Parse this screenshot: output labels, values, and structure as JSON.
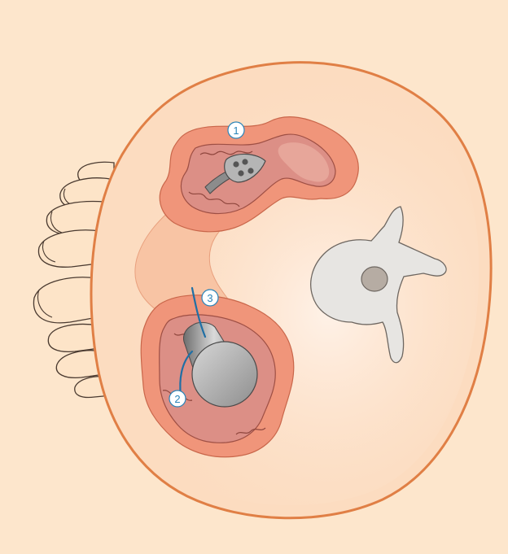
{
  "colors": {
    "background": "#fde6cc",
    "body_fill": "#fcdcc0",
    "body_outline": "#e07f45",
    "toe_fill": "#fde4c8",
    "toe_outline": "#4a3a30",
    "tissue_outer": "#f0957a",
    "tissue_inner": "#dc8f86",
    "tissue_light": "#f6b89a",
    "bowel_fill": "#f8c4a4",
    "instrument_gray": "#a9a9a9",
    "instrument_dark": "#7d7d7d",
    "vertebra_fill": "#e7e5e2",
    "vertebra_body": "#b6aca3",
    "line_blue": "#1f6fa5",
    "callout_fill": "#ffffff",
    "callout_text": "#2a84b8"
  },
  "callouts": {
    "one": "1",
    "two": "2",
    "three": "3"
  },
  "icons": {
    "instrument_small": "endoscope-tip-icon",
    "instrument_large": "trocar-cylinder-icon"
  }
}
